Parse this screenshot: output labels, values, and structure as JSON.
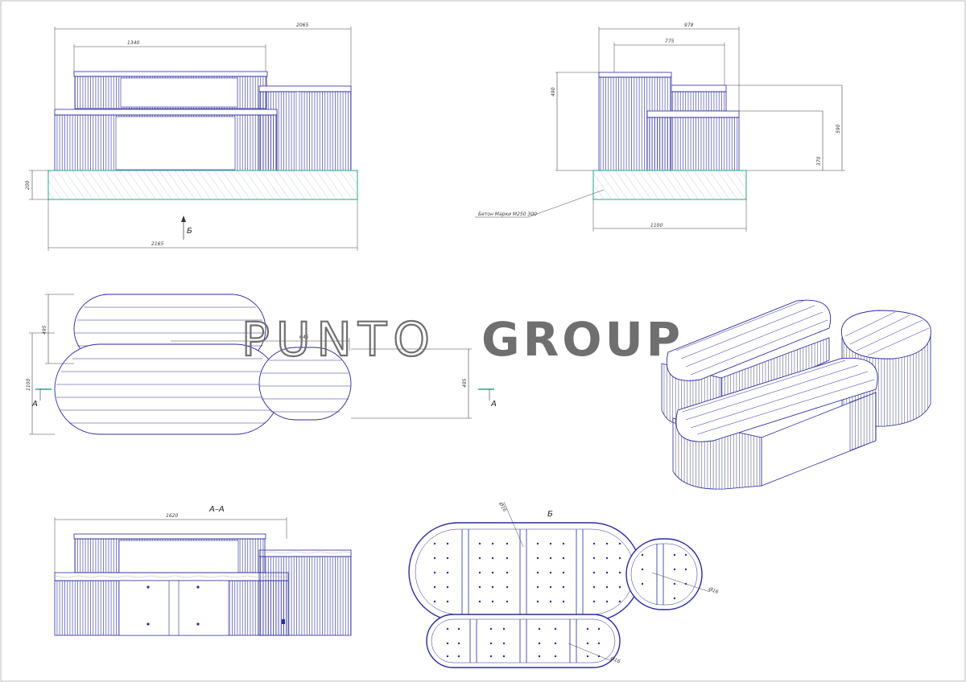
{
  "watermark": {
    "light": "PUNTO",
    "bold": "GROUP"
  },
  "front_view": {
    "dim_total": "2065",
    "dim_top": "1340",
    "dim_height": "200",
    "dim_base": "2165",
    "view_arrow": "Б"
  },
  "side_view": {
    "dim_total": "978",
    "dim_top": "775",
    "dim_h_left": "490",
    "dim_h_right": "590",
    "dim_h_low": "370",
    "dim_base": "1100",
    "concrete_note": "Бетон Марки М250 300"
  },
  "plan_view": {
    "dim_left": "495",
    "dim_width": "1100",
    "dim_offset": "645",
    "dim_right": "495",
    "section_a": "A"
  },
  "section": {
    "title": "A–A",
    "dim_top": "1620"
  },
  "bottom_view": {
    "title": "Б",
    "leader_1": "Ø16",
    "leader_2": "Ø16",
    "leader_3": "Ø16"
  },
  "colors": {
    "line": "#2b2b9e",
    "dim": "#444444",
    "concrete_edge": "#2aa58c",
    "hatch": "#8aa8a0",
    "watermark": "#6f6f6f"
  }
}
